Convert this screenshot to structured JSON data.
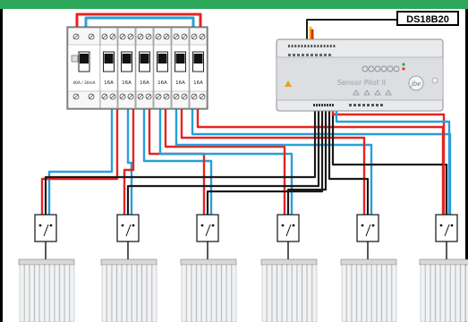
{
  "sensor_label": "DS18B20",
  "breakers": [
    {
      "rating": "40A / 30mA",
      "kind": "rcd"
    },
    {
      "rating": "16A",
      "kind": "mcb"
    },
    {
      "rating": "16A",
      "kind": "mcb"
    },
    {
      "rating": "16A",
      "kind": "mcb"
    },
    {
      "rating": "16A",
      "kind": "mcb"
    },
    {
      "rating": "16A",
      "kind": "mcb"
    },
    {
      "rating": "16A",
      "kind": "mcb"
    }
  ],
  "controller": {
    "name": "Sensor Pilot II",
    "logo": "jbe"
  },
  "zone_count": 6,
  "colors": {
    "header_bar": "#2da85a",
    "live_wire": "#e52420",
    "neutral_wire": "#2a9fd8",
    "pilot_wire": "#1a1a1a",
    "sensor_wire_yellow": "#f2c300",
    "frame": "#000000"
  }
}
